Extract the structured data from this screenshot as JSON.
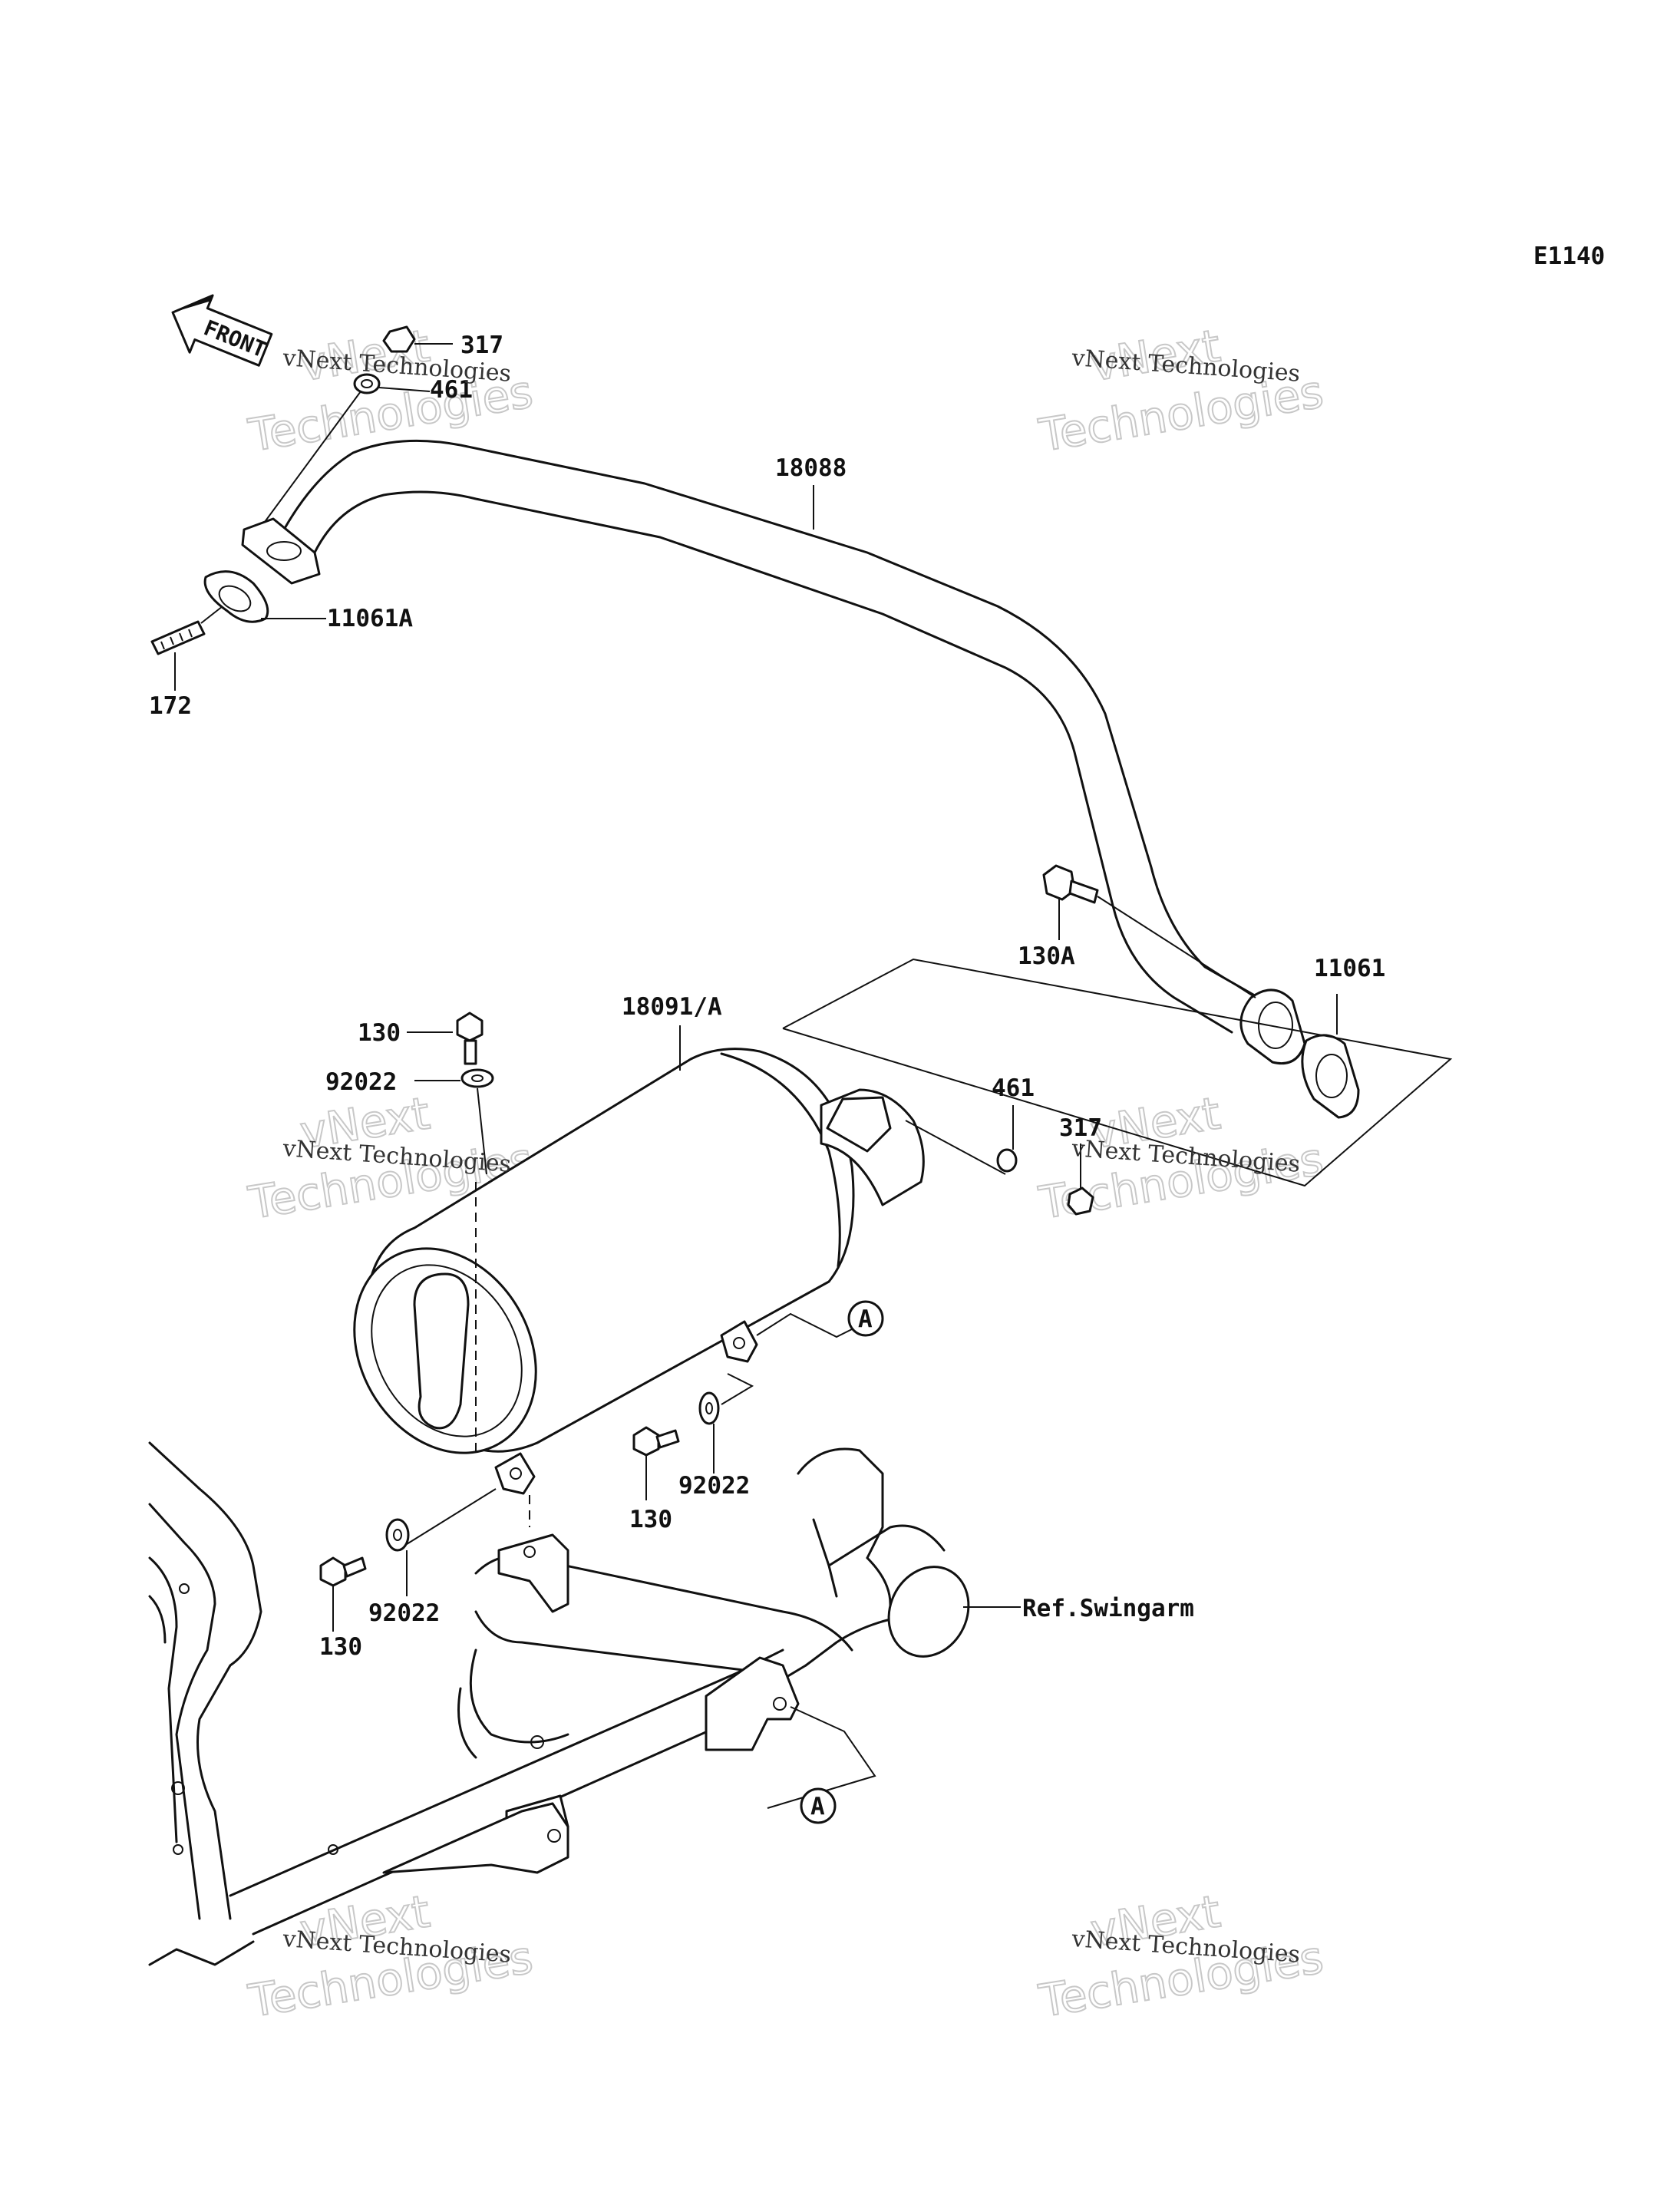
{
  "diagram_code": "E1140",
  "front_arrow_text": "FRONT",
  "labels": {
    "l317_top": "317",
    "l461_top": "461",
    "l18088": "18088",
    "l11061A": "11061A",
    "l172": "172",
    "l130A": "130A",
    "l11061": "11061",
    "l18091A": "18091/A",
    "l130_top": "130",
    "l92022_top": "92022",
    "l461_mid": "461",
    "l317_mid": "317",
    "refA_upper": "A",
    "refA_lower": "A",
    "l130_mid": "130",
    "l92022_mid": "92022",
    "l92022_bot": "92022",
    "l130_bot": "130",
    "ref_swingarm": "Ref.Swingarm"
  },
  "watermark": {
    "small": "vNext Technologies",
    "big_top": "vNext",
    "big_bottom": "Technologies"
  }
}
